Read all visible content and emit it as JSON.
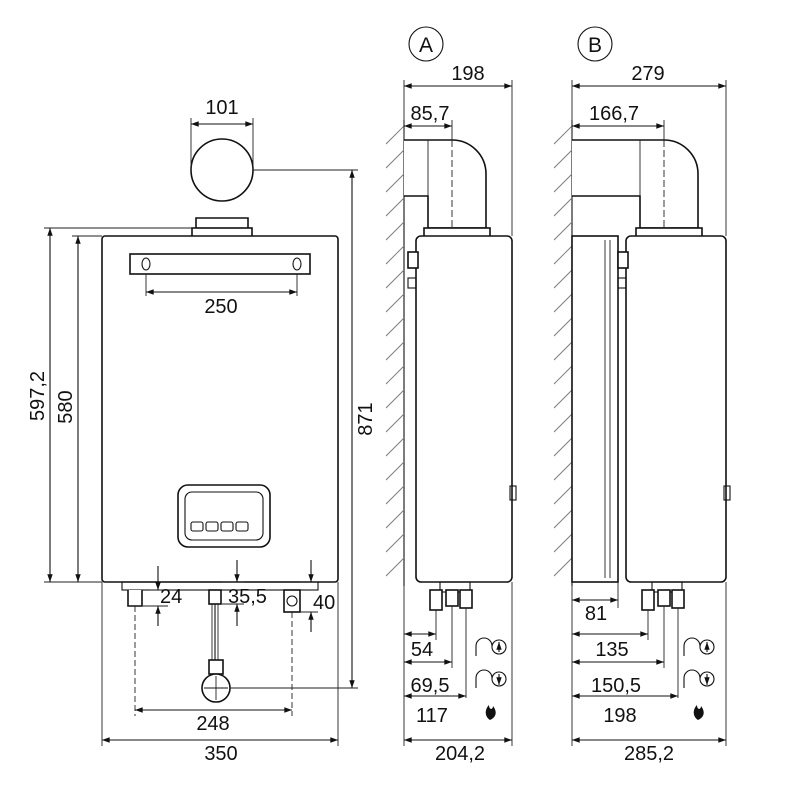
{
  "views": {
    "A": "A",
    "B": "B"
  },
  "front": {
    "flue_dia": "101",
    "bracket_w": "250",
    "total_h": "871",
    "side_h1": "597,2",
    "side_h2": "580",
    "conn1": "24",
    "conn2": "35,5",
    "conn3": "40",
    "gas_pitch": "248",
    "width": "350"
  },
  "side_a": {
    "depth": "198",
    "flue_offset": "85,7",
    "c1": "54",
    "c2": "69,5",
    "c3": "117",
    "total": "204,2"
  },
  "side_b": {
    "depth": "279",
    "flue_offset": "166,7",
    "spacer": "81",
    "c1": "135",
    "c2": "150,5",
    "c3": "198",
    "total": "285,2"
  },
  "symbols": {
    "hot_water": "hot-water-outlet-icon",
    "cold_water": "cold-water-inlet-icon",
    "gas": "gas-flame-icon"
  }
}
